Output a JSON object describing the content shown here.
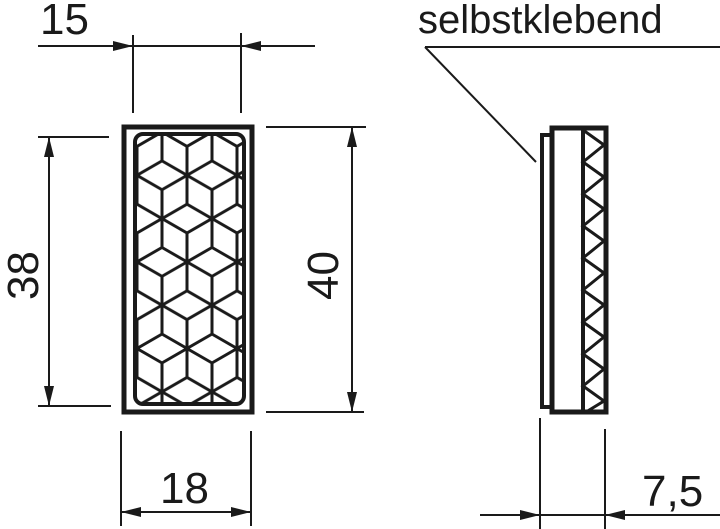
{
  "drawing": {
    "title": "Reflector dimension drawing",
    "stroke_color": "#1a1a1a",
    "background": "#ffffff"
  },
  "front_view": {
    "dimensions": {
      "top_width": "15",
      "left_height": "38",
      "right_height": "40",
      "bottom_width": "18"
    },
    "pattern": "cube-pattern"
  },
  "side_view": {
    "label": "selbstklebend",
    "dimensions": {
      "thickness": "7,5"
    }
  }
}
